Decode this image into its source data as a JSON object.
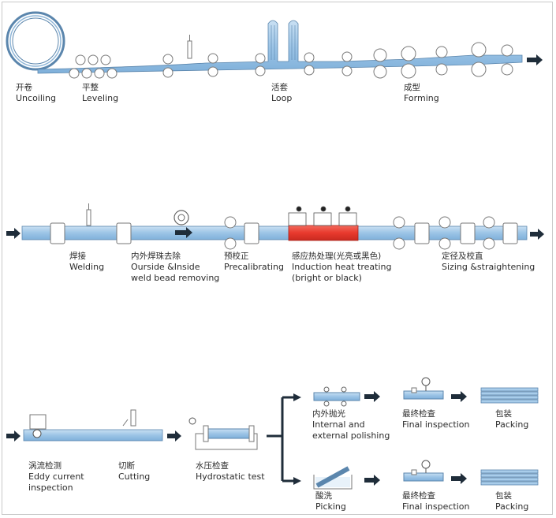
{
  "steps": {
    "uncoiling": {
      "zh": "开卷",
      "en": "Uncoiling"
    },
    "leveling": {
      "zh": "平整",
      "en": "Leveling"
    },
    "loop": {
      "zh": "活套",
      "en": "Loop"
    },
    "forming": {
      "zh": "成型",
      "en": "Forming"
    },
    "welding": {
      "zh": "焊接",
      "en": "Welding"
    },
    "bead": {
      "zh": "内外焊珠去除",
      "en": "Ourside &Inside",
      "en2": "weld bead removing"
    },
    "precal": {
      "zh": "预校正",
      "en": "Precalibrating"
    },
    "induction": {
      "zh": "感应热处理(光亮或黑色)",
      "en": "Induction heat treating",
      "en2": "(bright or black)"
    },
    "sizing": {
      "zh": "定径及校直",
      "en": "Sizing &straightening"
    },
    "eddy": {
      "zh": "涡流检测",
      "en": "Eddy current",
      "en2": "inspection"
    },
    "cutting": {
      "zh": "切断",
      "en": "Cutting"
    },
    "hydro": {
      "zh": "水压检查",
      "en": "Hydrostatic test"
    },
    "polishing": {
      "zh": "内外抛光",
      "en": "Internal and",
      "en2": "external polishing"
    },
    "final1": {
      "zh": "最终检查",
      "en": "Final inspection"
    },
    "packing1": {
      "zh": "包装",
      "en": "Packing"
    },
    "pickling": {
      "zh": "酸洗",
      "en": "Picking"
    },
    "final2": {
      "zh": "最终检查",
      "en": "Final inspection"
    },
    "packing2": {
      "zh": "包装",
      "en": "Packing"
    }
  },
  "colors": {
    "tube": "#a9cdea",
    "tube_stroke": "#5b86ad",
    "heat": "#e8392d",
    "arrow": "#1f2d3a",
    "roller_stroke": "#7a7a7a"
  }
}
